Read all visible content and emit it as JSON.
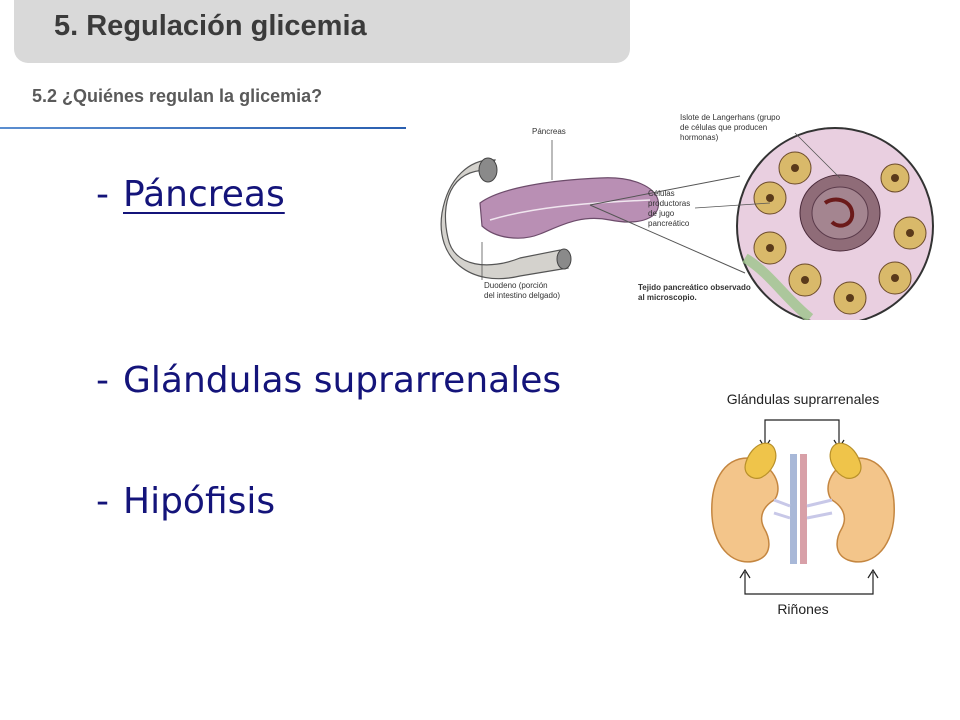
{
  "header": {
    "title": "5. Regulación glicemia",
    "subtitle": "5.2 ¿Quiénes regulan la glicemia?"
  },
  "bullets": [
    {
      "dash": "-",
      "text": "Páncreas",
      "link": true
    },
    {
      "dash": "-",
      "text": "Glándulas suprarrenales",
      "link": false
    },
    {
      "dash": "-",
      "text": "Hipófisis",
      "link": false
    }
  ],
  "pancreas_figure": {
    "label_pancreas": "Páncreas",
    "label_islote_1": "Islote de Langerhans (grupo",
    "label_islote_2": "de células que producen",
    "label_islote_3": "hormonas)",
    "label_celulas_1": "Células",
    "label_celulas_2": "productoras",
    "label_celulas_3": "de jugo",
    "label_celulas_4": "pancreático",
    "label_duodeno_1": "Duodeno (porción",
    "label_duodeno_2": "del intestino delgado)",
    "label_tejido_1": "Tejido pancreático observado",
    "label_tejido_2": "al microscopio."
  },
  "kidney_figure": {
    "label_top": "Glándulas suprarrenales",
    "label_bottom": "Riñones"
  },
  "colors": {
    "bullet_text": "#14147a",
    "title_tab": "#d9d9d9",
    "rule": "#2a5fb0"
  }
}
